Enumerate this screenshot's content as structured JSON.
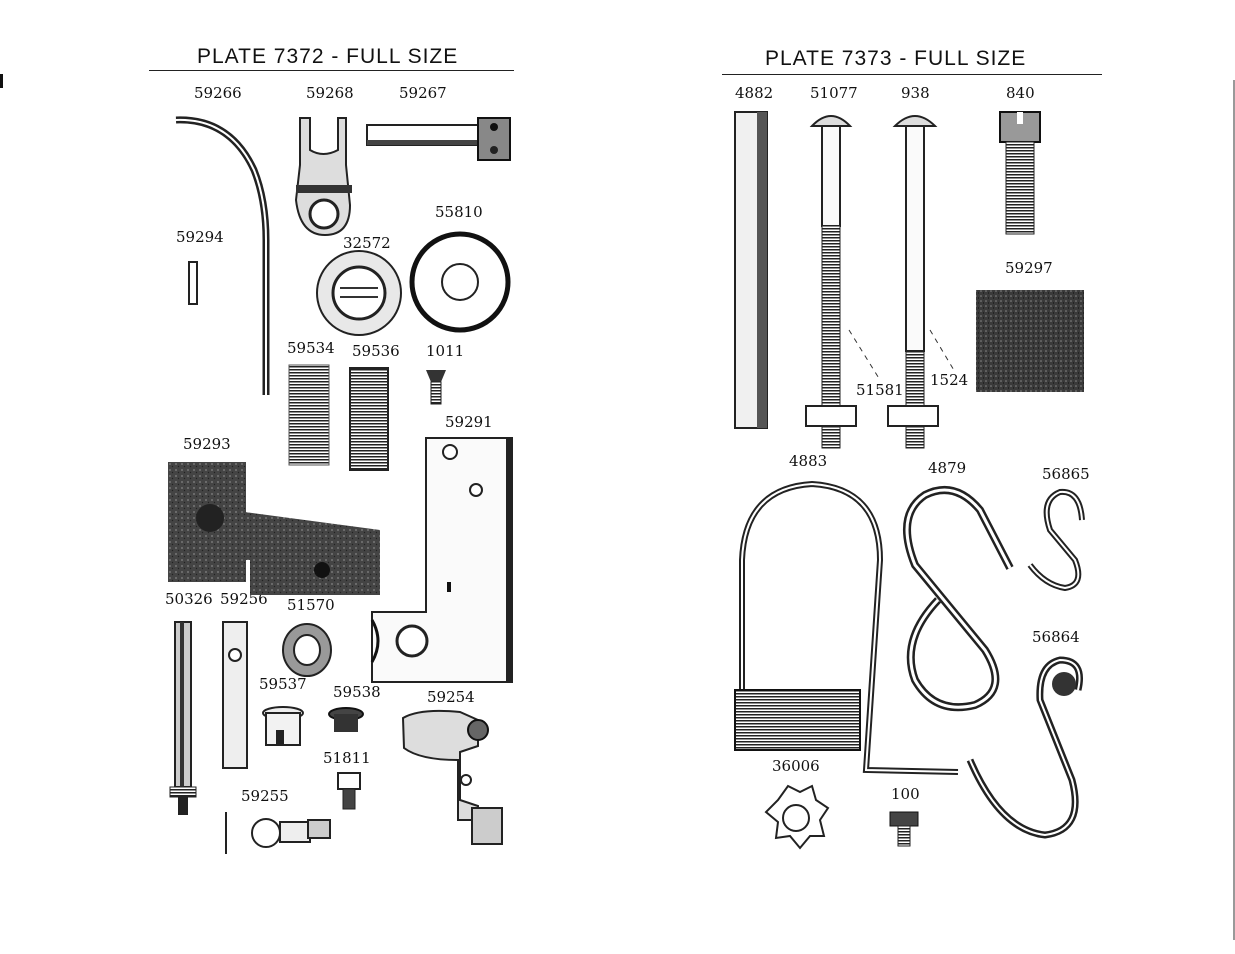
{
  "plates": [
    {
      "title": "PLATE 7372 - FULL SIZE",
      "parts": [
        {
          "number": "59266"
        },
        {
          "number": "59268"
        },
        {
          "number": "59267"
        },
        {
          "number": "59294"
        },
        {
          "number": "32572"
        },
        {
          "number": "55810"
        },
        {
          "number": "59534"
        },
        {
          "number": "59536"
        },
        {
          "number": "1011"
        },
        {
          "number": "59291"
        },
        {
          "number": "59293"
        },
        {
          "number": "50326"
        },
        {
          "number": "59256"
        },
        {
          "number": "51570"
        },
        {
          "number": "59537"
        },
        {
          "number": "59538"
        },
        {
          "number": "59254"
        },
        {
          "number": "51811"
        },
        {
          "number": "59255"
        }
      ]
    },
    {
      "title": "PLATE 7373 - FULL SIZE",
      "parts": [
        {
          "number": "4882"
        },
        {
          "number": "51077"
        },
        {
          "number": "938"
        },
        {
          "number": "840"
        },
        {
          "number": "59297"
        },
        {
          "number": "51581"
        },
        {
          "number": "1524"
        },
        {
          "number": "4883"
        },
        {
          "number": "4879"
        },
        {
          "number": "56865"
        },
        {
          "number": "56864"
        },
        {
          "number": "36006"
        },
        {
          "number": "100"
        }
      ]
    }
  ]
}
